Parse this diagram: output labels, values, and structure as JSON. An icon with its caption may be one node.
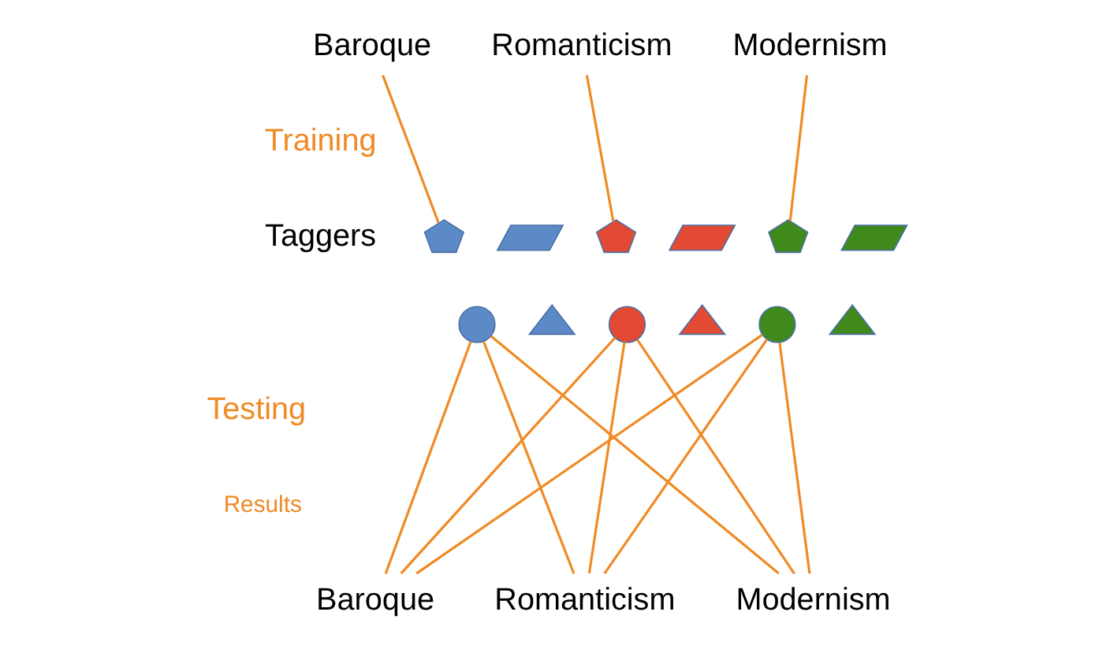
{
  "diagram": {
    "nodes": [
      {
        "text": [
          "Baroque"
        ]
      },
      {
        "text": [
          "Romanticism"
        ]
      },
      {
        "text": [
          "Modernism"
        ]
      },
      {
        "text": [],
        "shape": "pentagon"
      },
      {
        "text": [],
        "shape": "parallelogram"
      },
      {
        "text": [],
        "shape": "circle"
      },
      {
        "text": [],
        "shape": "triangle"
      },
      {
        "text": [],
        "shape": "pentagon"
      },
      {
        "text": [],
        "shape": "parallelogram"
      },
      {
        "text": [],
        "shape": "circle"
      },
      {
        "text": [],
        "shape": "triangle"
      },
      {
        "text": [],
        "shape": "pentagon"
      },
      {
        "text": [],
        "shape": "parallelogram"
      },
      {
        "text": [],
        "shape": "circle"
      },
      {
        "text": [],
        "shape": "triangle"
      },
      {
        "text": [
          "Baroque"
        ]
      },
      {
        "text": [
          "Romanticism"
        ]
      },
      {
        "text": [
          "Modernism"
        ]
      }
    ],
    "edges": [
      {
        "from": 0,
        "to": 3,
        "arrow": "none"
      },
      {
        "from": 1,
        "to": 7,
        "arrow": "none"
      },
      {
        "from": 2,
        "to": 11,
        "arrow": "none"
      },
      {
        "from": 5,
        "to": 15,
        "arrow": "none"
      },
      {
        "from": 5,
        "to": 16,
        "arrow": "none"
      },
      {
        "from": 5,
        "to": 17,
        "arrow": "none"
      },
      {
        "from": 9,
        "to": 15,
        "arrow": "none"
      },
      {
        "from": 9,
        "to": 16,
        "arrow": "none"
      },
      {
        "from": 9,
        "to": 17,
        "arrow": "none"
      },
      {
        "from": 13,
        "to": 15,
        "arrow": "none"
      },
      {
        "from": 13,
        "to": 16,
        "arrow": "none"
      },
      {
        "from": 13,
        "to": 17,
        "arrow": "none"
      }
    ],
    "labels": [
      "Training",
      "Taggers",
      "Testing",
      "Results"
    ]
  }
}
